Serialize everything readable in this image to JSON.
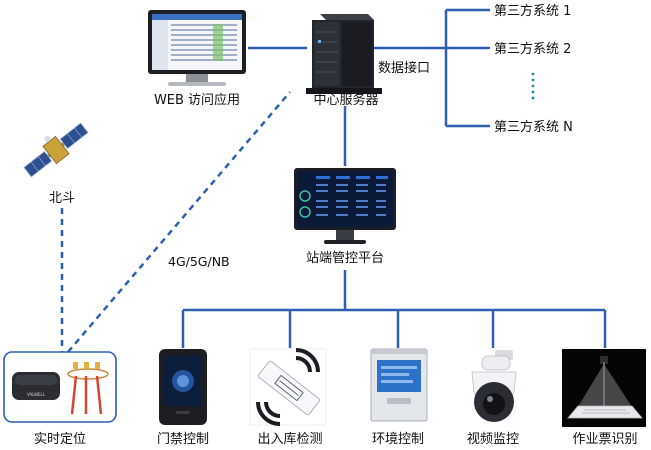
{
  "nodes": {
    "web": {
      "label": "WEB 访问应用"
    },
    "server": {
      "label": "中心服务器"
    },
    "interface": {
      "label": "数据接口"
    },
    "third_party": [
      {
        "label": "第三方系统 1"
      },
      {
        "label": "第三方系统 2"
      },
      {
        "label": "第三方系统 N"
      }
    ],
    "platform": {
      "label": "站端管控平台"
    },
    "beidou": {
      "label": "北斗"
    },
    "network": {
      "label": "4G/5G/NB"
    },
    "realtime": {
      "label": "实时定位"
    },
    "device_brand": "VALWELL"
  },
  "subsystems": [
    {
      "label": "门禁控制"
    },
    {
      "label": "出入库检测"
    },
    {
      "label": "环境控制"
    },
    {
      "label": "视频监控"
    },
    {
      "label": "作业票识别"
    }
  ],
  "colors": {
    "link": "#2f5fb3",
    "label": "#111111"
  }
}
